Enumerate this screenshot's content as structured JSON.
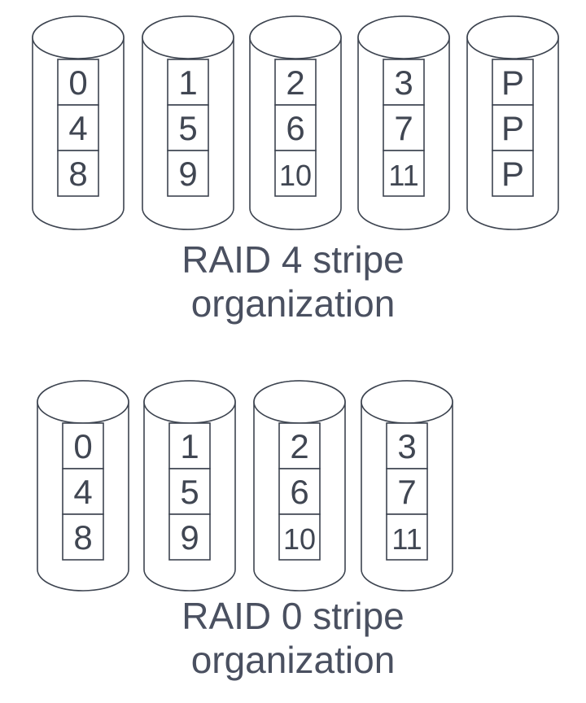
{
  "raid4": {
    "disks": [
      [
        "0",
        "4",
        "8"
      ],
      [
        "1",
        "5",
        "9"
      ],
      [
        "2",
        "6",
        "10"
      ],
      [
        "3",
        "7",
        "11"
      ],
      [
        "P",
        "P",
        "P"
      ]
    ],
    "caption": [
      "RAID 4 stripe",
      "organization"
    ]
  },
  "raid0": {
    "disks": [
      [
        "0",
        "4",
        "8"
      ],
      [
        "1",
        "5",
        "9"
      ],
      [
        "2",
        "6",
        "10"
      ],
      [
        "3",
        "7",
        "11"
      ]
    ],
    "caption": [
      "RAID 0 stripe",
      "organization"
    ]
  },
  "colors": {
    "stroke": "#3d4450",
    "text": "#404652",
    "background": "#ffffff"
  }
}
